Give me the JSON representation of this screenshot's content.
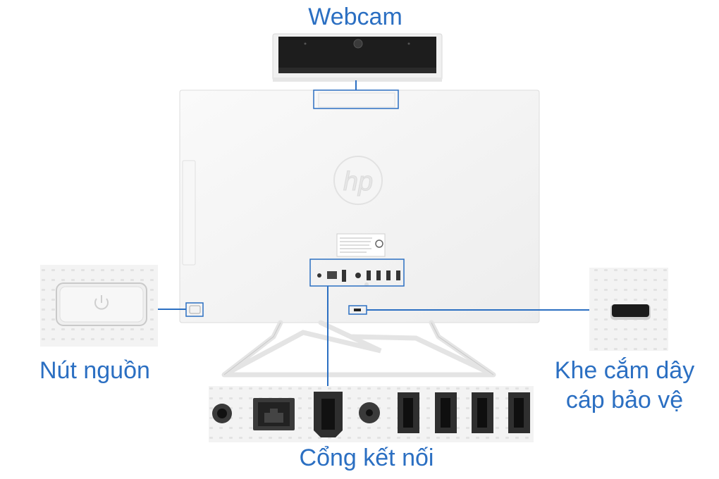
{
  "labels": {
    "webcam": "Webcam",
    "power_button": "Nút nguồn",
    "lock_slot_line1": "Khe cắm dây",
    "lock_slot_line2": "cáp bảo vệ",
    "ports": "Cổng kết nối"
  },
  "logo_text": "hp",
  "accent_color": "#2b6fc2"
}
